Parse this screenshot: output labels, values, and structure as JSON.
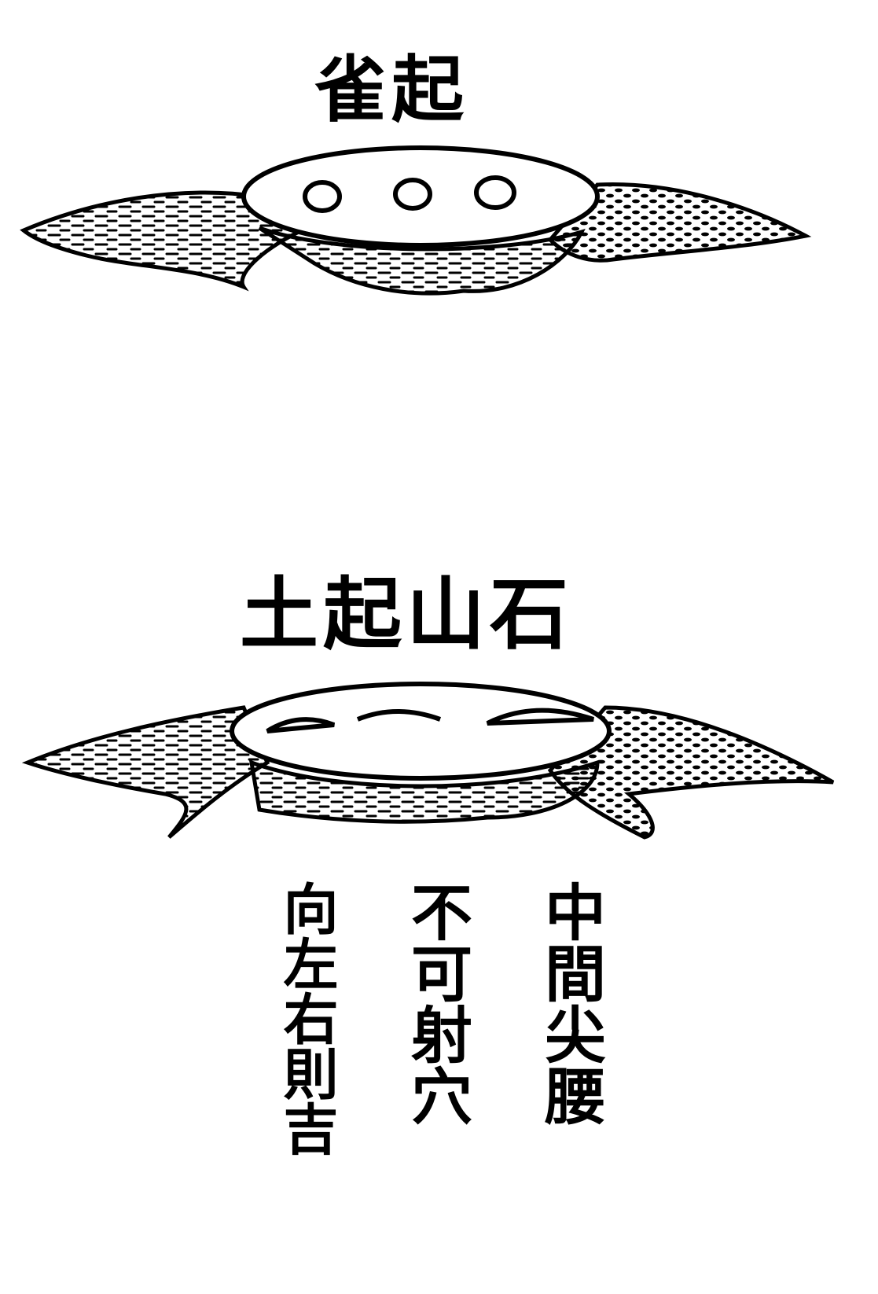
{
  "figures": [
    {
      "title": "雀起"
    },
    {
      "title": "土起山石"
    }
  ],
  "caption_columns": [
    "中間尖腰",
    "不可射穴",
    "向左右則吉"
  ]
}
